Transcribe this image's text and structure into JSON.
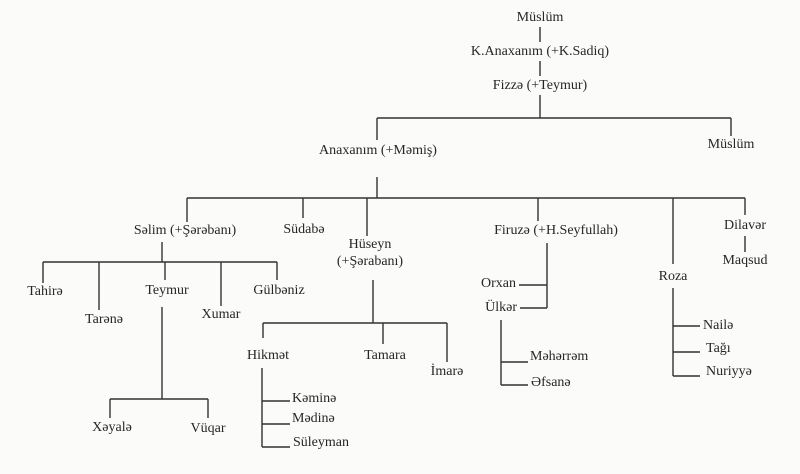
{
  "tree": {
    "root": "Müslüm",
    "gen2": "K.Anaxanım (+K.Sadiq)",
    "gen3": "Fizzə (+Teymur)",
    "anaxanim": "Anaxanım (+Məmiş)",
    "muslum2": "Müslüm",
    "selim": "Səlim (+Şərəbanı)",
    "sudabe": "Südabə",
    "huseyn": "Hüseyn",
    "huseyn_spouse": "(+Şərabanı)",
    "firuze": "Firuzə (+H.Seyfullah)",
    "roza": "Roza",
    "dilaver": "Dilavər",
    "maqsud": "Maqsud",
    "selim_children": [
      "Tahirə",
      "Tarənə",
      "Teymur",
      "Xumar",
      "Gülbəniz"
    ],
    "teymur_children": [
      "Xəyalə",
      "Vüqar"
    ],
    "huseyn_children": [
      "Hikmət",
      "Tamara",
      "İmarə"
    ],
    "hikmet_children": [
      "Kəminə",
      "Mədinə",
      "Süleyman"
    ],
    "firuze_children": [
      "Orxan",
      "Ülkər"
    ],
    "ulker_children": [
      "Məhərrəm",
      "Əfsanə"
    ],
    "roza_children": [
      "Nailə",
      "Tağı",
      "Nuriyyə"
    ]
  }
}
